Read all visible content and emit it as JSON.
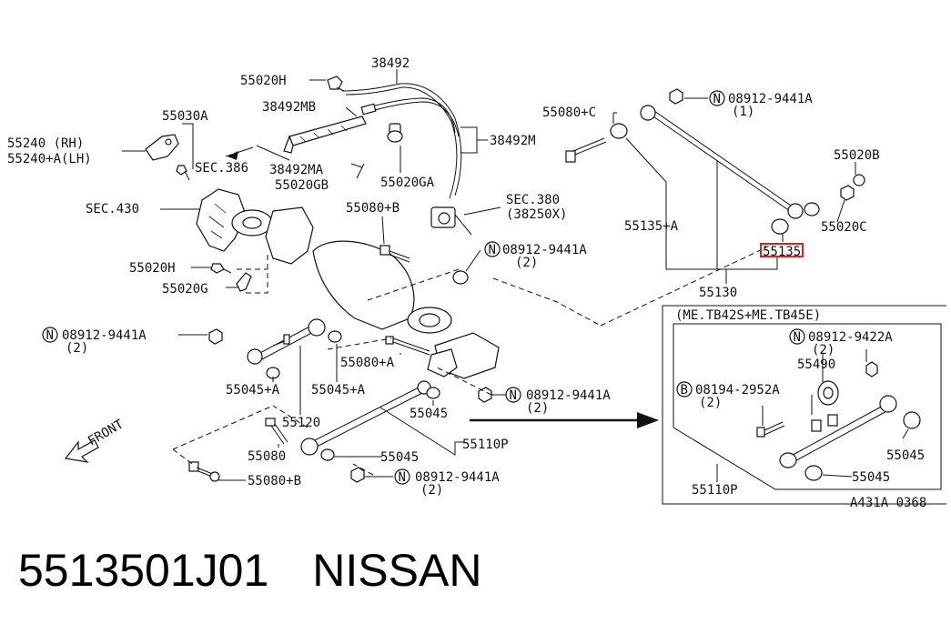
{
  "labels": {
    "l_55020H_top": "55020H",
    "l_38492": "38492",
    "l_38492MB": "38492MB",
    "l_38492M": "38492M",
    "l_55030A": "55030A",
    "l_55240": "55240  (RH)",
    "l_55240A": "55240+A(LH)",
    "l_sec386": "SEC.386",
    "l_38492MA": "38492MA",
    "l_55020GB": "55020GB",
    "l_55020GA": "55020GA",
    "l_sec430": "SEC.430",
    "l_55080B_top": "55080+B",
    "l_sec380": "SEC.380",
    "l_38250X": "(38250X)",
    "l_08912_mid": "08912-9441A",
    "l_08912_mid_q": "(2)",
    "l_55020H_mid": "55020H",
    "l_55020G": "55020G",
    "l_55080C": "55080+C",
    "l_08912_top": "08912-9441A",
    "l_08912_top_q": "(1)",
    "l_55020B": "55020B",
    "l_55020C": "55020C",
    "l_55135A": "55135+A",
    "l_55135": "55135",
    "l_55130": "55130",
    "l_08912_left": "08912-9441A",
    "l_08912_left_q": "(2)",
    "l_55080A": "55080+A",
    "l_55045A_1": "55045+A",
    "l_55045A_2": "55045+A",
    "l_55120": "55120",
    "l_08912_low": "08912-9441A",
    "l_08912_low_q": "(2)",
    "l_55045_mid": "55045",
    "l_55110P": "55110P",
    "l_front": "FRONT",
    "l_55080": "55080",
    "l_55045_low": "55045",
    "l_55080B_low": "55080+B",
    "l_08912_bot": "08912-9441A",
    "l_08912_bot_q": "(2)",
    "inset_title": "(ME.TB42S+ME.TB45E)",
    "i_08912_9422A": "08912-9422A",
    "i_08912_9422A_q": "(2)",
    "i_55490": "55490",
    "i_08194": "08194-2952A",
    "i_08194_q": "(2)",
    "i_55045_r": "55045",
    "i_55045_b": "55045",
    "i_55110P": "55110P",
    "i_ref": "A431A 0368"
  },
  "symbols": {
    "nut_mark": "N",
    "bolt_mark": "B"
  },
  "highlight_color": "#e0201c",
  "footer": {
    "part_number": "5513501J01",
    "brand": "NISSAN"
  }
}
